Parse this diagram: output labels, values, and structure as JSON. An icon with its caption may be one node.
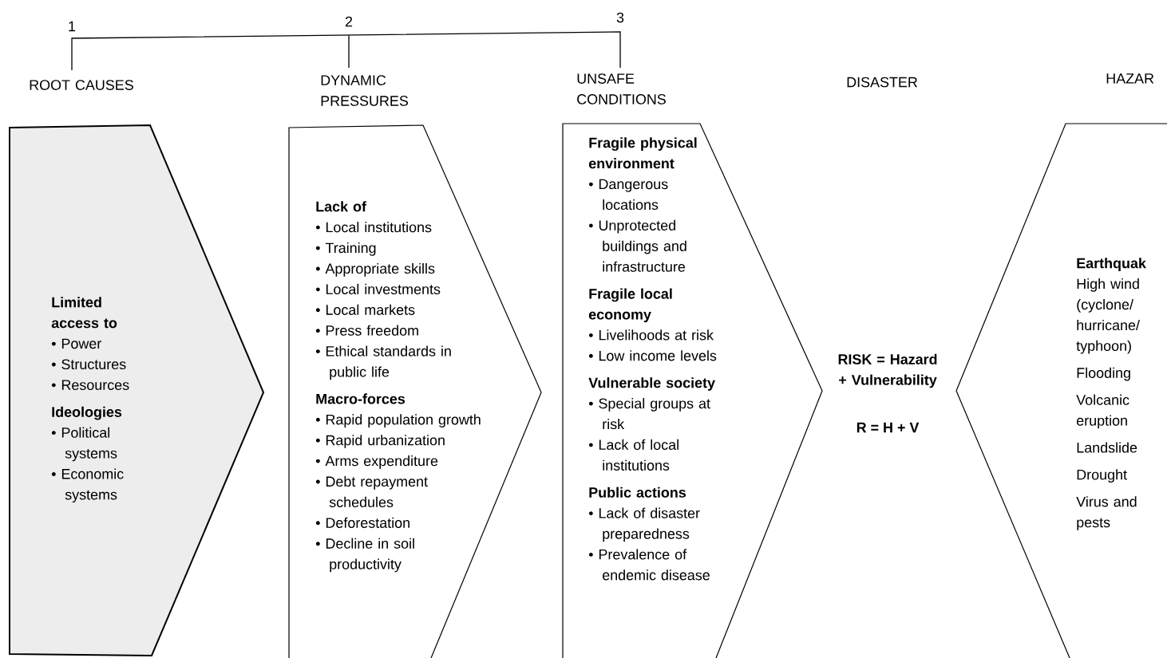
{
  "diagram": {
    "nodes": [
      {
        "text": [
          "ROOT CAUSES",
          "Limited access to",
          "• Power",
          "• Structures",
          "• Resources",
          "Ideologies",
          "• Political systems",
          "• Economic systems"
        ]
      },
      {
        "text": [
          "DYNAMIC PRESSURES",
          "Lack of",
          "• Local institutions",
          "• Training",
          "• Appropriate skills",
          "• Local investments",
          "• Local markets",
          "• Press freedom",
          "• Ethical standards in public life",
          "Macro-forces",
          "• Rapid population growth",
          "• Rapid urbanization",
          "• Arms expenditure",
          "• Debt repayment schedules",
          "• Deforestation",
          "• Decline in soil productivity"
        ]
      },
      {
        "text": [
          "UNSAFE CONDITIONS",
          "Fragile physical environment",
          "• Dangerous locations",
          "• Unprotected buildings and infrastructure",
          "Fragile local economy",
          "• Livelihoods at risk",
          "• Low income levels",
          "Vulnerable society",
          "• Special groups at risk",
          "• Lack of local institutions",
          "Public actions",
          "• Lack of disaster preparedness",
          "• Prevalence of endemic disease"
        ]
      },
      {
        "text": [
          "HAZAR",
          "Earthquak",
          "High wind (cyclone/ hurricane/ typhoon)",
          "Flooding",
          "Volcanic eruption",
          "Landslide",
          "Drought",
          "Virus and pests"
        ]
      }
    ],
    "labels": [
      "1",
      "2",
      "3",
      "DISASTER",
      "RISK = Hazard + Vulnerability",
      "R = H + V"
    ]
  }
}
